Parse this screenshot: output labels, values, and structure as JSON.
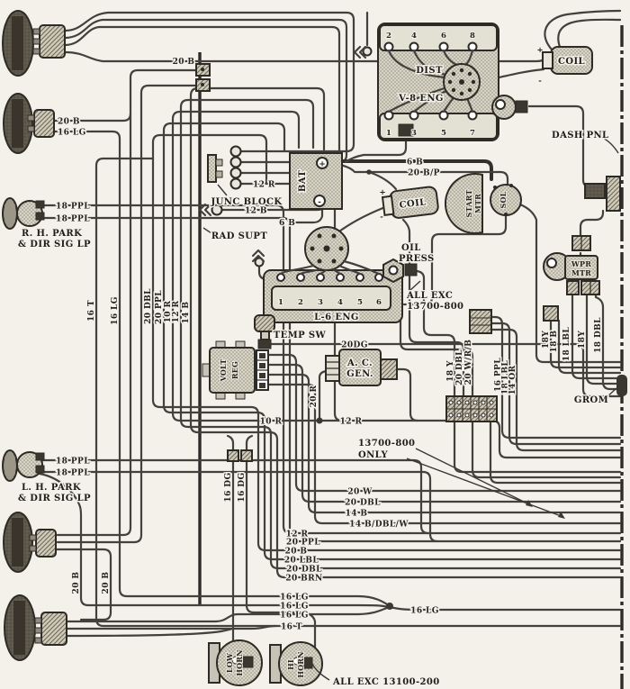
{
  "components": {
    "junc_block": "JUNC BLOCK",
    "rad_supt": "RAD SUPT",
    "bat": "BAT",
    "dist": "DIST",
    "v8_eng": "V-8 ENG",
    "coil_top": "COIL",
    "coil_mid": "COIL",
    "dash_pnl": "DASH PNL",
    "grom": "GROM",
    "start_mtr_1": "START",
    "start_mtr_2": "MTR",
    "sol": "SOL",
    "oil_press_1": "OIL",
    "oil_press_2": "PRESS",
    "l6_eng": "L-6 ENG",
    "temp_sw": "TEMP SW",
    "volt_reg_1": "VOLT",
    "volt_reg_2": "REG",
    "ac_gen_1": "A. C.",
    "ac_gen_2": "GEN.",
    "wpr_mtr_1": "WPR",
    "wpr_mtr_2": "MTR",
    "low_horn_1": "LOW",
    "low_horn_2": "HORN",
    "hi_horn_1": "HI",
    "hi_horn_2": "HORN",
    "rh_park_1": "R. H. PARK",
    "rh_park_2": "& DIR SIG LP",
    "lh_park_1": "L. H. PARK",
    "lh_park_2": "& DIR SIG LP"
  },
  "notes": {
    "all_exc_13700_1": "ALL EXC",
    "all_exc_13700_2": "13700-800",
    "only_13700_1": "13700-800",
    "only_13700_2": "ONLY",
    "all_exc_13100": "ALL EXC 13100-200"
  },
  "plug_numbers": {
    "v8_top": [
      "2",
      "4",
      "6",
      "8"
    ],
    "v8_bottom": [
      "1",
      "3",
      "5",
      "7"
    ],
    "l6": [
      "1",
      "2",
      "3",
      "4",
      "5",
      "6"
    ]
  },
  "signs": {
    "plus": "+",
    "minus": "-"
  },
  "wire_labels": {
    "top_20b": "20 B",
    "lamp2_20b": "20 B",
    "lamp2_16lg": "16 LG",
    "rh_ppl_1": "18 PPL",
    "rh_ppl_2": "18 PPL",
    "lh_ppl_1": "18 PPL",
    "lh_ppl_2": "18 PPL",
    "junc_12r": "12 R",
    "junc_12b": "12 B",
    "bat_6b": "6 B",
    "coil_6b": "6 B",
    "coil_20bp": "20 B/P",
    "temp_20dg": "20DG",
    "gen_20r": "20 R",
    "mid_10r": "10 R",
    "mid_12r": "12 R",
    "v_16t": "16 T",
    "v_16lg": "16 LG",
    "v_20dbl": "20 DBL",
    "v_20ppl": "20 PPL",
    "v_10r": "10 R",
    "v_12r": "12 R",
    "v_14b": "14 B",
    "rc_18y": "18 Y",
    "rc_20dbl": "20 DBL",
    "rc_20wrb": "20 W/R/B",
    "rc_16ppl": "16 PPL",
    "rc_18lbl": "18 LBL",
    "rc_14or": "14 OR",
    "wm_18y_1": "18Y",
    "wm_18b": "18 B",
    "wm_18lbl": "18 LBL",
    "wm_18y_2": "18Y",
    "wm_18dbl": "18 DBL",
    "row_20w": "20 W",
    "row_20dbl": "20 DBL",
    "row_14b": "14 B",
    "row_14bdblw": "14 B/DBL/W",
    "row_12r": "12 R",
    "row_20ppl": "20 PPL",
    "row_20b": "20 B",
    "row_20lbl": "20 LBL",
    "row_20dbl_2": "20 DBL",
    "row_20brn": "20 BRN",
    "lg_1": "16 LG",
    "lg_2": "16 LG",
    "lg_3": "16 LG",
    "lg_merged": "16 LG",
    "row_16t": "16 T",
    "dg_1": "16 DG",
    "dg_2": "16 DG",
    "b_20b_1": "20 B",
    "b_20b_2": "20 B"
  }
}
